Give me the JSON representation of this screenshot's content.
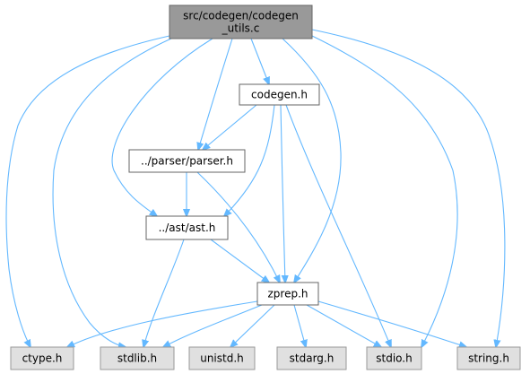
{
  "graph": {
    "colors": {
      "edge": "#63b8ff",
      "root_fill": "#999999",
      "file_fill": "#ffffff",
      "system_fill": "#e0e0e0",
      "border": "#666666",
      "system_border": "#999999"
    },
    "nodes": {
      "root": {
        "lines": [
          "src/codegen/codegen",
          "_utils.c"
        ],
        "kind": "root"
      },
      "codegen_h": {
        "lines": [
          "codegen.h"
        ],
        "kind": "file"
      },
      "parser_h": {
        "lines": [
          "../parser/parser.h"
        ],
        "kind": "file"
      },
      "ast_h": {
        "lines": [
          "../ast/ast.h"
        ],
        "kind": "file"
      },
      "zprep_h": {
        "lines": [
          "zprep.h"
        ],
        "kind": "file"
      },
      "ctype_h": {
        "lines": [
          "ctype.h"
        ],
        "kind": "system"
      },
      "stdlib_h": {
        "lines": [
          "stdlib.h"
        ],
        "kind": "system"
      },
      "unistd_h": {
        "lines": [
          "unistd.h"
        ],
        "kind": "system"
      },
      "stdarg_h": {
        "lines": [
          "stdarg.h"
        ],
        "kind": "system"
      },
      "stdio_h": {
        "lines": [
          "stdio.h"
        ],
        "kind": "system"
      },
      "string_h": {
        "lines": [
          "string.h"
        ],
        "kind": "system"
      }
    },
    "edges": [
      [
        "root",
        "codegen_h"
      ],
      [
        "root",
        "parser_h"
      ],
      [
        "root",
        "ast_h"
      ],
      [
        "root",
        "zprep_h"
      ],
      [
        "root",
        "ctype_h"
      ],
      [
        "root",
        "stdlib_h"
      ],
      [
        "root",
        "stdio_h"
      ],
      [
        "root",
        "string_h"
      ],
      [
        "codegen_h",
        "parser_h"
      ],
      [
        "codegen_h",
        "ast_h"
      ],
      [
        "codegen_h",
        "zprep_h"
      ],
      [
        "codegen_h",
        "stdio_h"
      ],
      [
        "parser_h",
        "ast_h"
      ],
      [
        "parser_h",
        "zprep_h"
      ],
      [
        "ast_h",
        "zprep_h"
      ],
      [
        "ast_h",
        "stdlib_h"
      ],
      [
        "zprep_h",
        "ctype_h"
      ],
      [
        "zprep_h",
        "stdlib_h"
      ],
      [
        "zprep_h",
        "unistd_h"
      ],
      [
        "zprep_h",
        "stdarg_h"
      ],
      [
        "zprep_h",
        "stdio_h"
      ],
      [
        "zprep_h",
        "string_h"
      ]
    ]
  }
}
